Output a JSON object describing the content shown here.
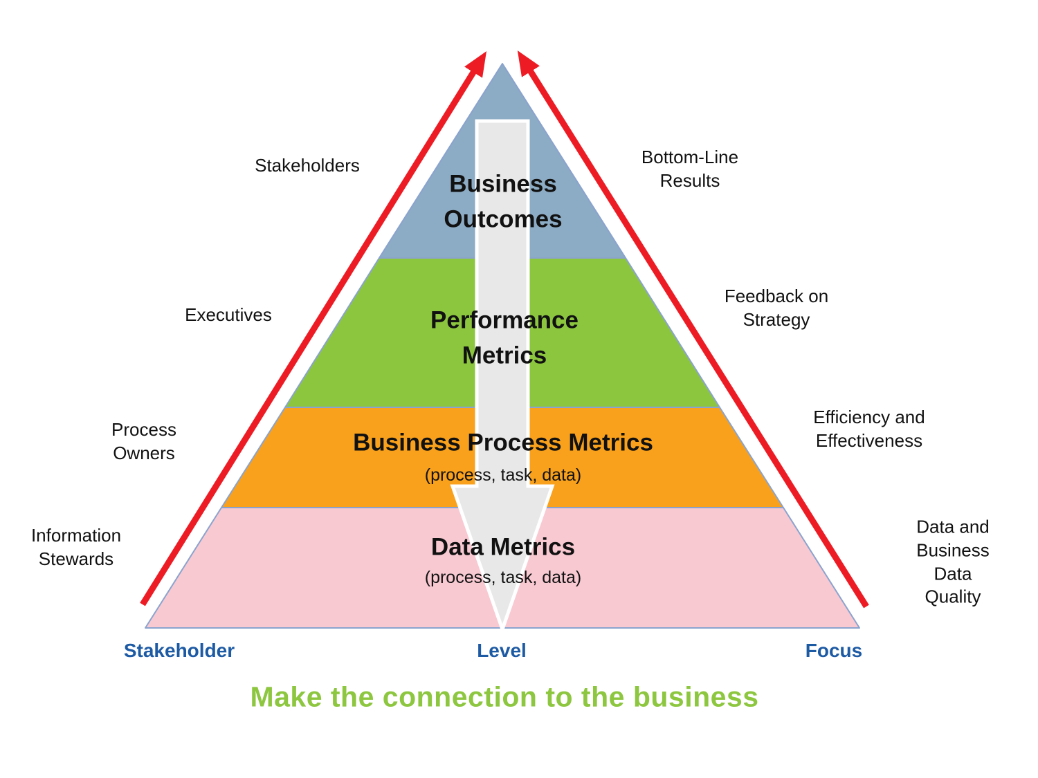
{
  "title": "Make the connection to the business",
  "axis": {
    "left": "Stakeholder",
    "center": "Level",
    "right": "Focus"
  },
  "layers": [
    {
      "title": "Business\nOutcomes",
      "subtitle": "",
      "color": "#8cabc4",
      "stakeholder": "Stakeholders",
      "focus": "Bottom-Line\nResults"
    },
    {
      "title": "Performance\nMetrics",
      "subtitle": "",
      "color": "#8cc63f",
      "stakeholder": "Executives",
      "focus": "Feedback on\nStrategy"
    },
    {
      "title": "Business Process Metrics",
      "subtitle": "(process, task, data)",
      "color": "#f9a11c",
      "stakeholder": "Process\nOwners",
      "focus": "Efficiency and\nEffectiveness"
    },
    {
      "title": "Data Metrics",
      "subtitle": "(process, task, data)",
      "color": "#f9c9d2",
      "stakeholder": "Information\nStewards",
      "focus": "Data and\nBusiness Data\nQuality"
    }
  ],
  "colors": {
    "up_arrow_red": "#ed1c24",
    "down_arrow_gray": "#e8e8e9",
    "axis_text_blue": "#1d5aa4",
    "title_green": "#8dc63f"
  }
}
